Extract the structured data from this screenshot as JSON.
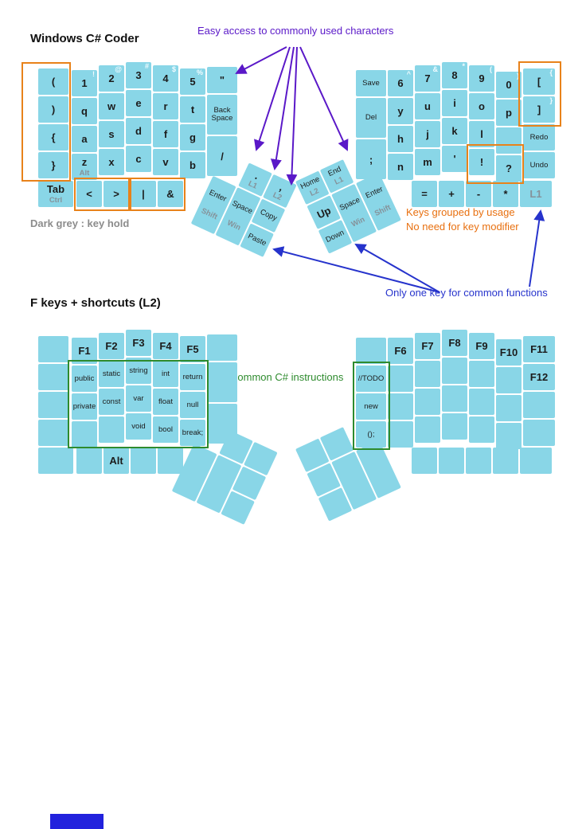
{
  "titles": {
    "layer1": "Windows C# Coder",
    "layer2": "F keys + shortcuts (L2)"
  },
  "annotations": {
    "easy_access": "Easy access to commonly used characters",
    "key_hold": "Dark grey : key hold",
    "grouped_line1": "Keys grouped by usage",
    "grouped_line2": "No need for key modifier",
    "one_key": "Only one key for common functions",
    "csharp": "Common C# instructions"
  },
  "colors": {
    "key_fill": "#89d6e7",
    "key_text": "#1c1c1c",
    "hold_text": "#85929a",
    "shifted_text": "#f0fbff",
    "highlight_orange": "#e8821a",
    "annotation_purple": "#5a18c8",
    "annotation_blue": "#2633cc",
    "annotation_orange": "#e87010",
    "annotation_green": "#2e8b2e",
    "annotation_grey": "#8c8c8c",
    "footer_bar_blue": "#2222dd"
  },
  "layer1": {
    "left": {
      "rows": [
        [
          {
            "t": "("
          },
          {
            "t": "1",
            "s": "!"
          },
          {
            "t": "2",
            "s": "@"
          },
          {
            "t": "3",
            "s": "#"
          },
          {
            "t": "4",
            "s": "$"
          },
          {
            "t": "5",
            "s": "%"
          },
          {
            "t": "\""
          }
        ],
        [
          {
            "t": ")"
          },
          {
            "t": "q"
          },
          {
            "t": "w"
          },
          {
            "t": "e"
          },
          {
            "t": "r"
          },
          {
            "t": "t"
          },
          {
            "t": "Back Space"
          }
        ],
        [
          {
            "t": "{"
          },
          {
            "t": "a"
          },
          {
            "t": "s"
          },
          {
            "t": "d"
          },
          {
            "t": "f"
          },
          {
            "t": "g"
          },
          {
            "t": "/"
          }
        ],
        [
          {
            "t": "}"
          },
          {
            "t": "z",
            "h": "Alt"
          },
          {
            "t": "x"
          },
          {
            "t": "c"
          },
          {
            "t": "v"
          },
          {
            "t": "b"
          },
          null
        ]
      ],
      "bottom": [
        {
          "t": "Tab",
          "h": "Ctrl",
          "big": true
        },
        {
          "t": "<"
        },
        {
          "t": ">"
        },
        {
          "t": "|"
        },
        {
          "t": "&"
        }
      ],
      "thumb": [
        {
          "t": ".",
          "h": "L1"
        },
        {
          "t": ",",
          "h": "L2"
        },
        {
          "t": "Enter",
          "h": "Shift"
        },
        {
          "t": "Space",
          "h": "Win"
        },
        {
          "t": "Copy"
        },
        {
          "t": "Paste"
        }
      ]
    },
    "right": {
      "rows": [
        [
          {
            "t": "Save"
          },
          {
            "t": "6",
            "s": "^"
          },
          {
            "t": "7",
            "s": "&"
          },
          {
            "t": "8",
            "s": "*"
          },
          {
            "t": "9",
            "s": "("
          },
          {
            "t": "0",
            "s": ")"
          },
          {
            "t": "[",
            "s": "{"
          }
        ],
        [
          {
            "t": "Del"
          },
          {
            "t": "y"
          },
          {
            "t": "u"
          },
          {
            "t": "i"
          },
          {
            "t": "o"
          },
          {
            "t": "p"
          },
          {
            "t": "]",
            "s": "}"
          }
        ],
        [
          {
            "t": ";"
          },
          {
            "t": "h"
          },
          {
            "t": "j"
          },
          {
            "t": "k"
          },
          {
            "t": "l"
          },
          {
            "t": "_"
          },
          {
            "t": "Redo"
          }
        ],
        [
          null,
          {
            "t": "n"
          },
          {
            "t": "m"
          },
          {
            "t": "'"
          },
          {
            "t": "!"
          },
          {
            "t": "?"
          },
          {
            "t": "Undo"
          }
        ]
      ],
      "bottom": [
        {
          "t": "="
        },
        {
          "t": "+"
        },
        {
          "t": "-"
        },
        {
          "t": "*"
        },
        {
          "t": "L1",
          "hold": true
        }
      ],
      "thumb": [
        {
          "t": "Home",
          "h": "L2"
        },
        {
          "t": "End",
          "h": "L1"
        },
        {
          "t": "Up"
        },
        {
          "t": "Space",
          "h": "Win"
        },
        {
          "t": "Enter",
          "h": "Shift"
        },
        {
          "t": "Down"
        }
      ]
    }
  },
  "layer2": {
    "left": {
      "rows": [
        [
          {},
          {
            "t": "F1"
          },
          {
            "t": "F2"
          },
          {
            "t": "F3"
          },
          {
            "t": "F4"
          },
          {
            "t": "F5"
          },
          {}
        ],
        [
          {},
          {
            "t": "public"
          },
          {
            "t": "static"
          },
          {
            "t": "string"
          },
          {
            "t": "int"
          },
          {
            "t": "return"
          },
          {}
        ],
        [
          {},
          {
            "t": "private"
          },
          {
            "t": "const"
          },
          {
            "t": "var"
          },
          {
            "t": "float"
          },
          {
            "t": "null"
          },
          {}
        ],
        [
          {},
          {},
          {},
          {
            "t": "void"
          },
          {
            "t": "bool"
          },
          {
            "t": "break;"
          },
          null
        ]
      ],
      "bottom": [
        {},
        {},
        {
          "t": "Alt",
          "big": true
        },
        {},
        {}
      ],
      "thumb": [
        {},
        {},
        {},
        {},
        {},
        {}
      ]
    },
    "right": {
      "rows": [
        [
          {},
          {
            "t": "F6"
          },
          {
            "t": "F7"
          },
          {
            "t": "F8"
          },
          {
            "t": "F9"
          },
          {
            "t": "F10",
            "big": true
          },
          {
            "t": "F11",
            "big": true
          }
        ],
        [
          {
            "t": "//TODO"
          },
          {},
          {},
          {},
          {},
          {},
          {
            "t": "F12",
            "big": true
          }
        ],
        [
          {
            "t": "new"
          },
          {},
          {},
          {},
          {},
          {},
          {}
        ],
        [
          {
            "t": "();"
          },
          {},
          {},
          {},
          {},
          {},
          {}
        ]
      ],
      "bottom": [
        {},
        {},
        {},
        {},
        {}
      ],
      "thumb": [
        {},
        {},
        {},
        {},
        {},
        {}
      ]
    }
  }
}
